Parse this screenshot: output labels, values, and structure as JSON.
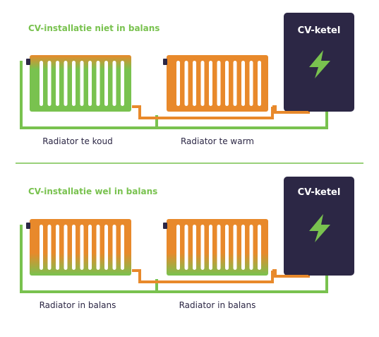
{
  "colors": {
    "green": "#79c24f",
    "orange": "#e8892b",
    "orange_light": "#f7a14a",
    "navy": "#2c2745",
    "caption_text": "#2c2745",
    "boiler_text": "#ffffff",
    "divider": "#79c24f"
  },
  "sections": [
    {
      "title": "CV-installatie niet in balans",
      "boiler": {
        "label": "CV-ketel",
        "icon": "lightning-bolt-icon"
      },
      "radiators": [
        {
          "caption": "Radiator te koud",
          "state": "cold"
        },
        {
          "caption": "Radiator te warm",
          "state": "hot"
        }
      ]
    },
    {
      "title": "CV-installatie wel in balans",
      "boiler": {
        "label": "CV-ketel",
        "icon": "lightning-bolt-icon"
      },
      "radiators": [
        {
          "caption": "Radiator in balans",
          "state": "balanced"
        },
        {
          "caption": "Radiator in balans",
          "state": "balanced"
        }
      ]
    }
  ]
}
